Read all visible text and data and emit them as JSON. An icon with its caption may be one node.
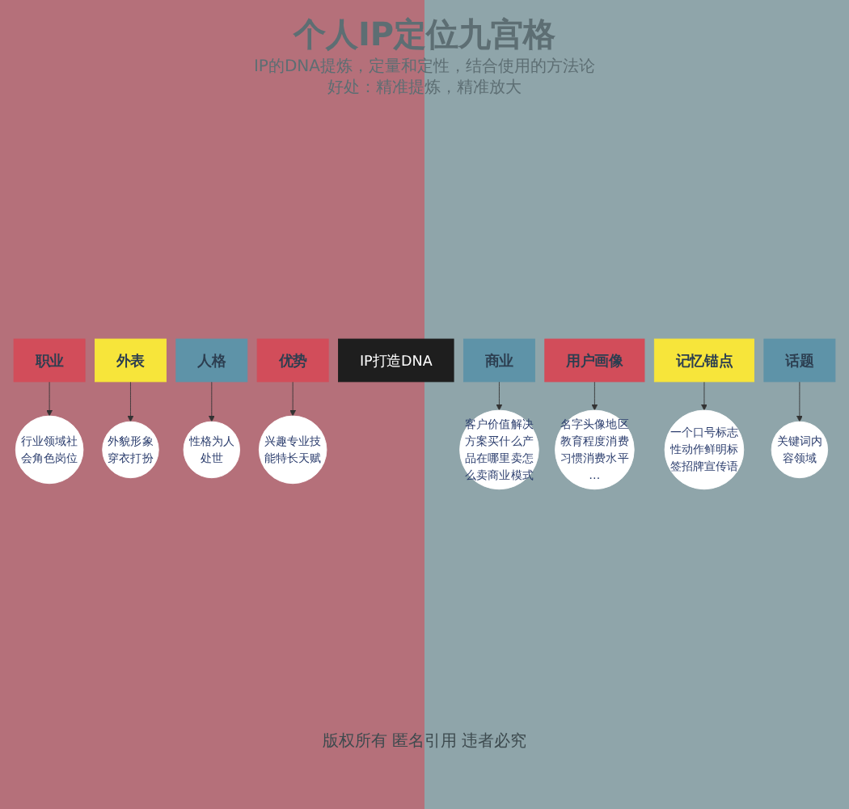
{
  "diagram": {
    "title": "个人IP定位九宫格",
    "nodes": [
      {
        "text": [
          "职业"
        ]
      },
      {
        "text": [
          "外表"
        ]
      },
      {
        "text": [
          "人格"
        ]
      },
      {
        "text": [
          "优势"
        ]
      },
      {
        "text": [
          "IP打造DNA"
        ]
      },
      {
        "text": [
          "商业"
        ]
      },
      {
        "text": [
          "用户画像"
        ]
      },
      {
        "text": [
          "记忆锚点"
        ]
      },
      {
        "text": [
          "话题"
        ]
      },
      {
        "text": [
          "行业领域社会角色岗位"
        ]
      },
      {
        "text": [
          "外貌形象穿衣打扮"
        ]
      },
      {
        "text": [
          "性格为人处世"
        ]
      },
      {
        "text": [
          "兴趣专业技能特长天赋"
        ]
      },
      {
        "text": [
          "客户价值解决方案买什么产品在哪里卖怎么卖商业模式"
        ]
      },
      {
        "text": [
          "名字头像地区教育程度消费习惯消费水平…"
        ]
      },
      {
        "text": [
          "一个口号标志性动作鲜明标签招牌宣传语"
        ]
      },
      {
        "text": [
          "关键词内容领域"
        ]
      }
    ],
    "edges": [
      {
        "from": 0,
        "to": 9,
        "arrow": "to"
      },
      {
        "from": 1,
        "to": 10,
        "arrow": "to"
      },
      {
        "from": 2,
        "to": 11,
        "arrow": "to"
      },
      {
        "from": 3,
        "to": 12,
        "arrow": "to"
      },
      {
        "from": 5,
        "to": 13,
        "arrow": "to"
      },
      {
        "from": 6,
        "to": 14,
        "arrow": "to"
      },
      {
        "from": 7,
        "to": 15,
        "arrow": "to"
      },
      {
        "from": 8,
        "to": 16,
        "arrow": "to"
      }
    ],
    "labels": [
      "IP的DNA提炼，定量和定性，结合使用的方法论",
      "好处：精准提炼，精准放大",
      "版权所有 匿名引用 违者必究"
    ]
  }
}
